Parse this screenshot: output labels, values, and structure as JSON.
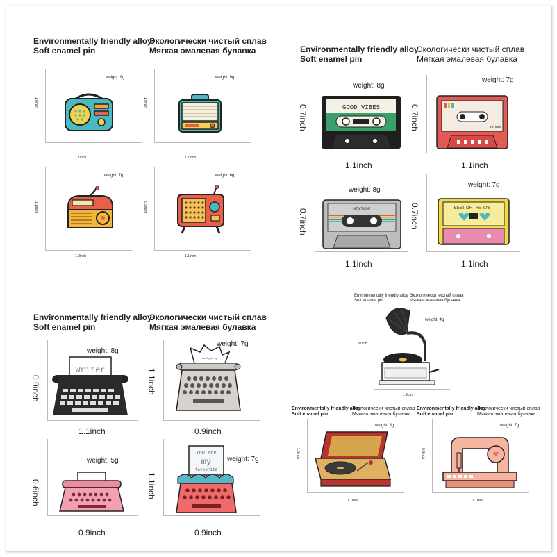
{
  "header": {
    "en_line1": "Environmentally friendly alloy",
    "en_line2": "Soft enamel pin",
    "ru_line1": "Экологически чистый сплав",
    "ru_line2": "Мягкая эмалевая булавка"
  },
  "radios": {
    "items": [
      {
        "weight": "weight: 9g",
        "height": "1.0inch",
        "width": "1.1inch"
      },
      {
        "weight": "weight: 9g",
        "height": "1.0inch",
        "width": "1.1inch"
      },
      {
        "weight": "weight: 7g",
        "height": "1.1inch",
        "width": "1.0inch"
      },
      {
        "weight": "weight: 6g",
        "height": "0.9inch",
        "width": "1.1inch"
      }
    ]
  },
  "cassettes": {
    "items": [
      {
        "weight": "weight: 8g",
        "height": "0.7inch",
        "width": "1.1inch",
        "label": "GOOD VIBES"
      },
      {
        "weight": "weight: 7g",
        "height": "0.7inch",
        "width": "1.1inch",
        "label": "60 MIN"
      },
      {
        "weight": "weight: 8g",
        "height": "0.7inch",
        "width": "1.1inch",
        "label": "MIXTAPE"
      },
      {
        "weight": "weight: 7g",
        "height": "0.7inch",
        "width": "1.1inch",
        "label": "BEST OF THE 80'S"
      }
    ]
  },
  "typewriters": {
    "items": [
      {
        "weight": "weight: 8g",
        "height": "0.9inch",
        "width": "1.1inch",
        "paper": "Writer"
      },
      {
        "weight": "weight: 7g",
        "height": "1.1inch",
        "width": "0.9inch",
        "paper": "don't give up"
      },
      {
        "weight": "weight: 5g",
        "height": "0.6inch",
        "width": "0.9inch",
        "paper": ""
      },
      {
        "weight": "weight: 7g",
        "height": "1.1inch",
        "width": "0.9inch",
        "paper1": "You are",
        "paper2": "my",
        "paper3": "favourite"
      }
    ]
  },
  "gramophone": {
    "weight": "weight: 4g",
    "height": "3.0cm",
    "width": "1.9cm"
  },
  "players": {
    "items": [
      {
        "weight": "weight: 8g",
        "height": "1.0inch",
        "width": "1.1inch"
      },
      {
        "weight": "weight: 7g",
        "height": "0.9inch",
        "width": "1.1inch"
      }
    ]
  }
}
